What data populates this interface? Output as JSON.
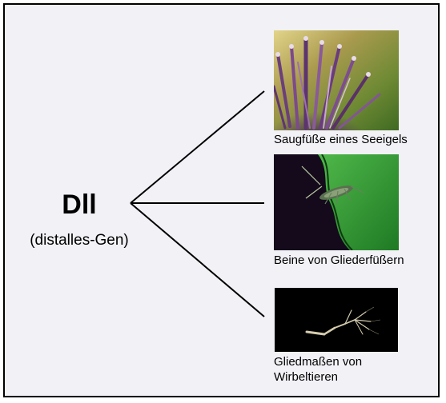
{
  "gene": {
    "name": "Dll",
    "subtitle": "(distalles-Gen)"
  },
  "branches": [
    {
      "caption": "Saugfüße eines Seeigels",
      "image_subject": "sea-urchin-tube-feet",
      "colors": {
        "background": "#7a8a3a",
        "accent": "#5a2a6a"
      }
    },
    {
      "caption": "Beine von Gliederfüßern",
      "image_subject": "arthropod-on-leaf",
      "colors": {
        "background": "#2e8a2e",
        "accent": "#1a0d22"
      }
    },
    {
      "caption_lines": [
        "Gliedmaßen von",
        "Wirbeltieren"
      ],
      "image_subject": "vertebrate-limb-skeleton",
      "colors": {
        "background": "#000000",
        "accent": "#d8d0b0"
      }
    }
  ],
  "style": {
    "panel_background": "#f1f1f6",
    "border": "#000000"
  }
}
